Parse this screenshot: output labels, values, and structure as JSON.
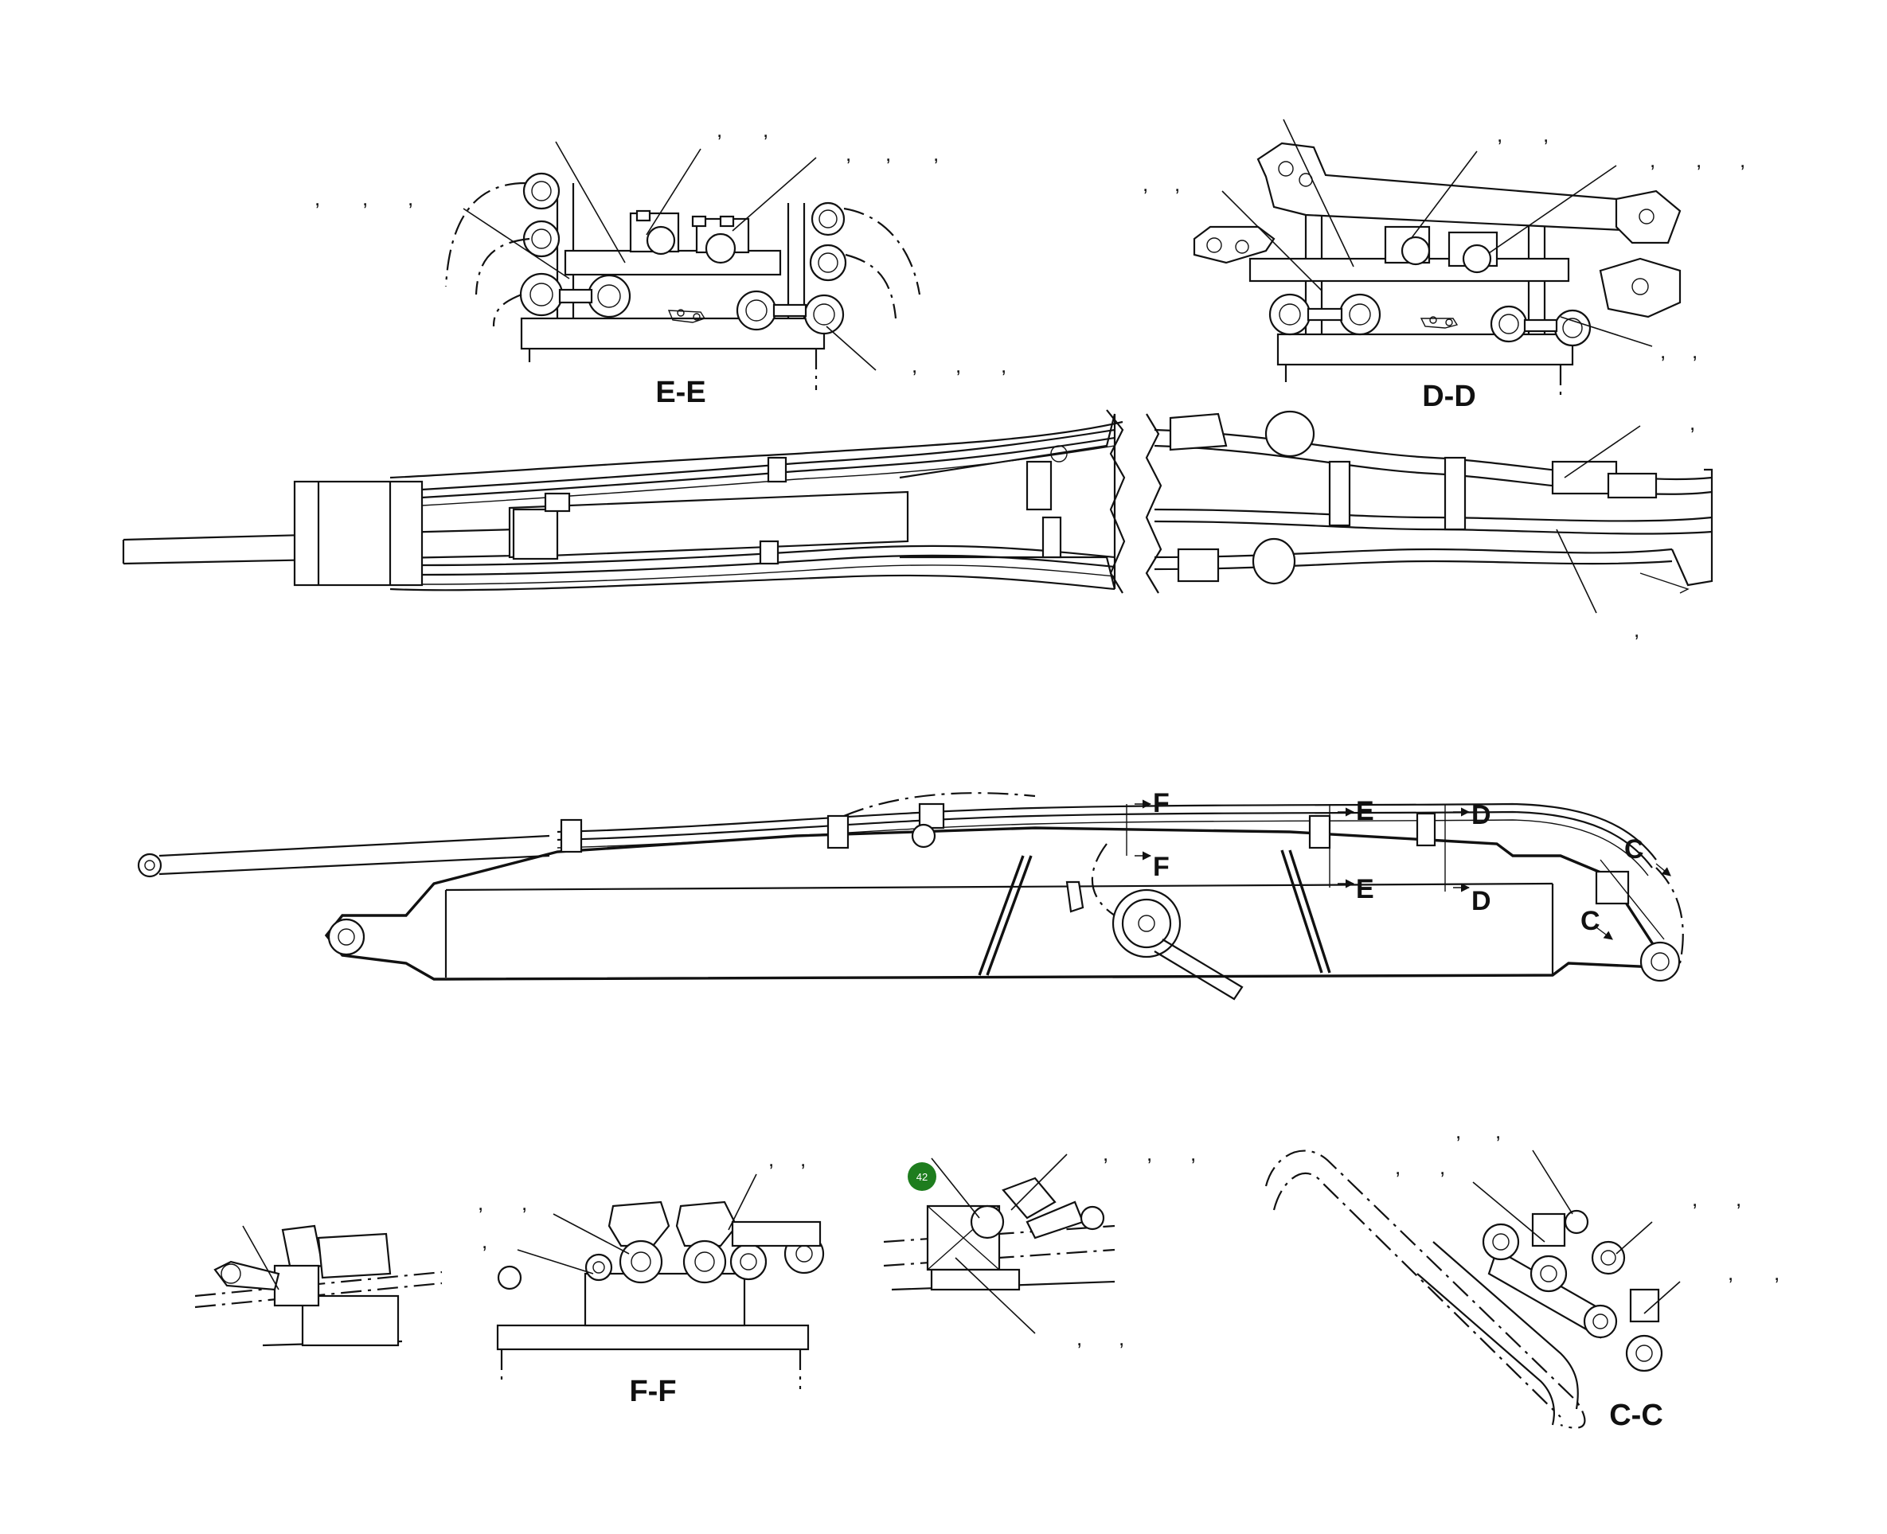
{
  "sections": {
    "ee": "E-E",
    "dd": "D-D",
    "ff": "F-F",
    "cc": "C-C"
  },
  "cut_marks": {
    "f": "F",
    "e": "E",
    "d": "D",
    "c": "C"
  },
  "callout_badge": {
    "number": "42",
    "color": "#1e7d1e"
  },
  "leader_separators": ",",
  "line_color": "#111111"
}
